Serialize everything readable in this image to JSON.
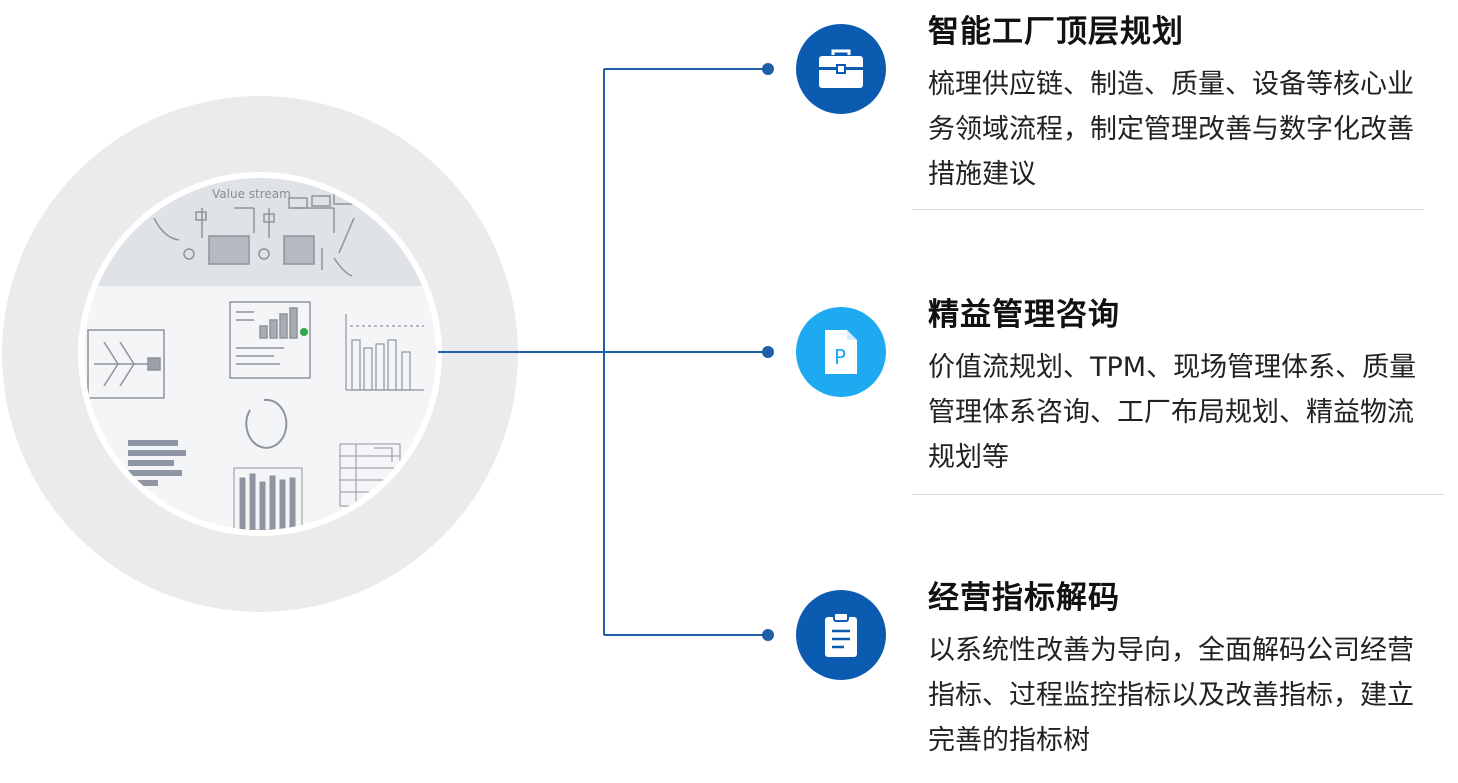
{
  "colors": {
    "line": "#1f5ea8",
    "icon_dark": "#0b5cb0",
    "icon_light": "#1eaaf1",
    "ring": "#eaebed"
  },
  "illustration": {
    "sketch_label": "Value stream"
  },
  "items": [
    {
      "icon": "briefcase-icon",
      "title": "智能工厂顶层规划",
      "description": "梳理供应链、制造、质量、设备等核心业务领域流程，制定管理改善与数字化改善措施建议"
    },
    {
      "icon": "document-p-icon",
      "icon_letter": "P",
      "title": "精益管理咨询",
      "description": "价值流规划、TPM、现场管理体系、质量管理体系咨询、工厂布局规划、精益物流规划等"
    },
    {
      "icon": "clipboard-icon",
      "title": "经营指标解码",
      "description": "以系统性改善为导向，全面解码公司经营指标、过程监控指标以及改善指标，建立完善的指标树"
    }
  ]
}
